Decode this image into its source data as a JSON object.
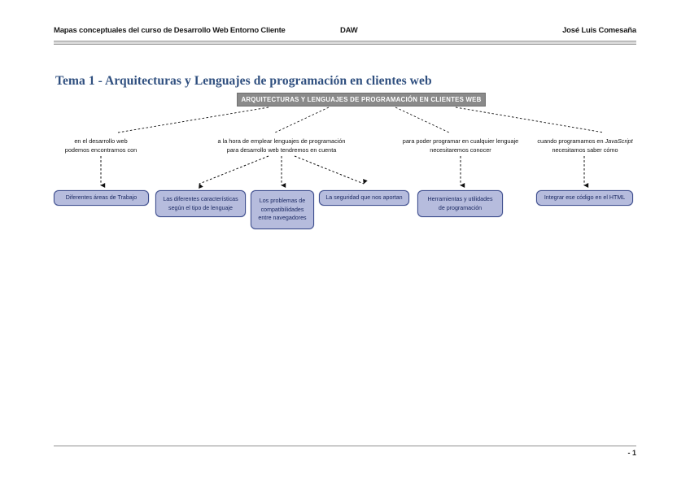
{
  "document": {
    "header": {
      "left": "Mapas conceptuales del curso de Desarrollo Web Entorno Cliente",
      "center": "DAW",
      "right": "José Luis Comesaña"
    },
    "title": "Tema 1 - Arquitecturas y Lenguajes de programación en clientes web",
    "footer": {
      "page_number": "- 1"
    }
  },
  "concept_map": {
    "root": {
      "label": "ARQUITECTURAS Y LENGUAJES DE PROGRAMACIÓN EN CLIENTES WEB",
      "fill": "#8a8a8a",
      "text_color": "#ffffff"
    },
    "link_phrases": [
      {
        "line1": "en el desarrollo web",
        "line2": "podemos encontrarnos con"
      },
      {
        "line1": "a la hora de emplear lenguajes de programación",
        "line2": "para desarrollo web tendremos en cuenta"
      },
      {
        "line1": "para poder programar en cualquier lenguaje",
        "line2": "necesitaremos conocer"
      },
      {
        "line1_pre": "cuando programamos en ",
        "line1_em": "JavaScript",
        "line2": "necesitamos saber cómo"
      }
    ],
    "nodes": [
      {
        "id": "areas-trabajo",
        "lines": [
          "Diferentes áreas de Trabajo"
        ]
      },
      {
        "id": "caracteristicas-lenguaje",
        "lines": [
          "Las diferentes características",
          "según el tipo de lenguaje"
        ]
      },
      {
        "id": "compatibilidades",
        "lines": [
          "Los problemas de",
          "compatibilidades",
          "entre navegadores"
        ]
      },
      {
        "id": "seguridad",
        "lines": [
          "La seguridad que nos aportan"
        ]
      },
      {
        "id": "herramientas",
        "lines": [
          "Herramientas y utilidades",
          "de programación"
        ]
      },
      {
        "id": "integrar-html",
        "lines": [
          "Integrar ese código en el HTML"
        ]
      }
    ],
    "node_style": {
      "fill": "#b6bcdd",
      "border": "#3f4f8f",
      "text_color": "#1c2a63"
    }
  }
}
